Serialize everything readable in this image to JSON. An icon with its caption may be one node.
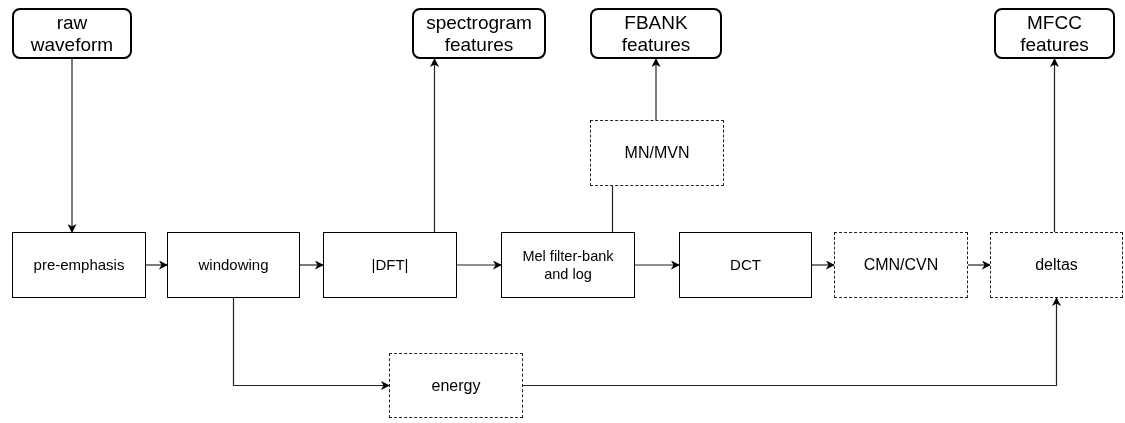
{
  "diagram": {
    "nodes": [
      {
        "text": [
          "raw waveform"
        ]
      },
      {
        "text": [
          "spectrogram features"
        ]
      },
      {
        "text": [
          "FBANK features"
        ]
      },
      {
        "text": [
          "MFCC features"
        ]
      },
      {
        "text": [
          "MN/MVN"
        ]
      },
      {
        "text": [
          "pre-emphasis"
        ]
      },
      {
        "text": [
          "windowing"
        ]
      },
      {
        "text": [
          "|DFT|"
        ]
      },
      {
        "text": [
          "Mel filter-bank and log"
        ]
      },
      {
        "text": [
          "DCT"
        ]
      },
      {
        "text": [
          "CMN/CVN"
        ]
      },
      {
        "text": [
          "deltas"
        ]
      },
      {
        "text": [
          "energy"
        ]
      }
    ],
    "edges": [
      {
        "from": 0,
        "to": 5,
        "arrow": "to"
      },
      {
        "from": 5,
        "to": 6,
        "arrow": "to"
      },
      {
        "from": 6,
        "to": 7,
        "arrow": "to"
      },
      {
        "from": 7,
        "to": 8,
        "arrow": "to"
      },
      {
        "from": 7,
        "to": 1,
        "arrow": "to"
      },
      {
        "from": 8,
        "to": 9,
        "arrow": "to"
      },
      {
        "from": 8,
        "to": 4,
        "arrow": "none"
      },
      {
        "from": 4,
        "to": 2,
        "arrow": "to"
      },
      {
        "from": 9,
        "to": 10,
        "arrow": "to"
      },
      {
        "from": 10,
        "to": 11,
        "arrow": "to"
      },
      {
        "from": 11,
        "to": 3,
        "arrow": "to"
      },
      {
        "from": 6,
        "to": 12,
        "arrow": "to"
      },
      {
        "from": 12,
        "to": 11,
        "arrow": "to"
      }
    ]
  }
}
